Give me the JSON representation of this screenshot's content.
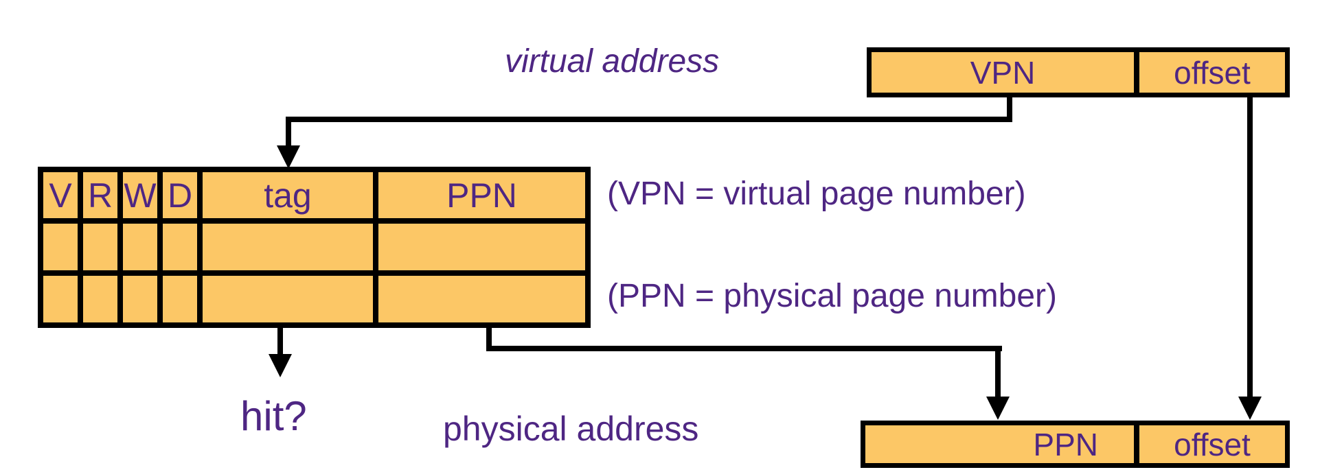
{
  "labels": {
    "virtual_address": "virtual address",
    "physical_address": "physical address",
    "hit": "hit?",
    "vpn_note": "(VPN = virtual page number)",
    "ppn_note": "(PPN = physical page number)"
  },
  "virtual_address_box": {
    "vpn": "VPN",
    "offset": "offset"
  },
  "physical_address_box": {
    "ppn": "PPN",
    "offset": "offset"
  },
  "tlb_table": {
    "headers": [
      "V",
      "R",
      "W",
      "D",
      "tag",
      "PPN"
    ],
    "empty_rows": 2
  },
  "colors": {
    "box_fill": "#FCC766",
    "text_purple": "#4E2683",
    "line_black": "#000000",
    "background": "#FFFFFF"
  }
}
